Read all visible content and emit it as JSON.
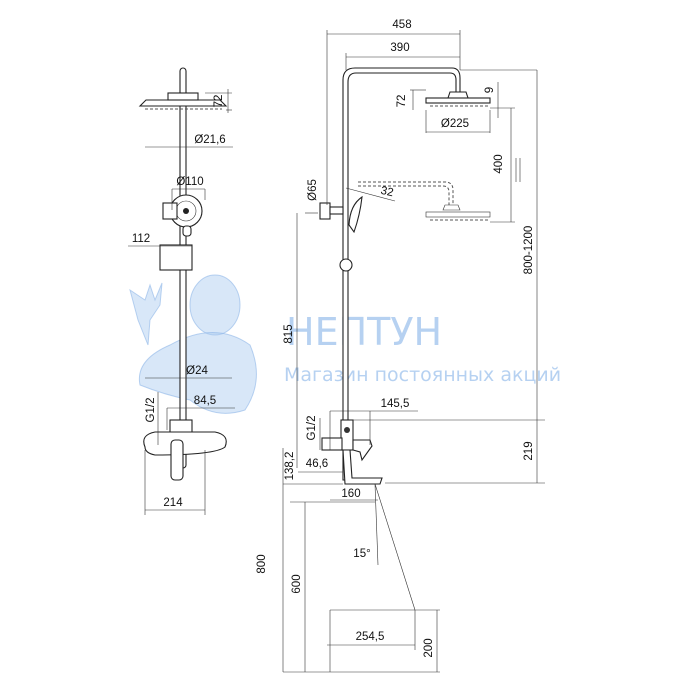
{
  "watermark": {
    "brand": "НЕПТУН",
    "slogan": "Магазин постоянных акций",
    "color": "#a9c9ef"
  },
  "front_view": {
    "dims": {
      "head_height": "72",
      "pipe_diameter": "Ø21,6",
      "hand_shower_diameter": "Ø110",
      "holder_offset": "112",
      "lower_pipe_diameter": "Ø24",
      "mixer_offset": "84,5",
      "thread": "G1/2",
      "mixer_width": "214"
    }
  },
  "side_view": {
    "dims": {
      "overall_reach": "458",
      "arm_reach": "390",
      "head_height": "72",
      "head_thickness": "9",
      "head_diameter": "Ø225",
      "head_adjust": "400",
      "tilt": "32",
      "flange_diameter": "Ø65",
      "height_range": "800-1200",
      "bracket_height": "815",
      "mixer_reach": "145,5",
      "thread": "G1/2",
      "wall_offset": "46,6",
      "spout_height": "138,2",
      "mixer_to_pipe": "219",
      "spout_reach": "160",
      "spout_angle": "15°",
      "install_height": "800",
      "bath_height": "600",
      "bath_offset": "254,5",
      "stream_height": "200"
    }
  }
}
